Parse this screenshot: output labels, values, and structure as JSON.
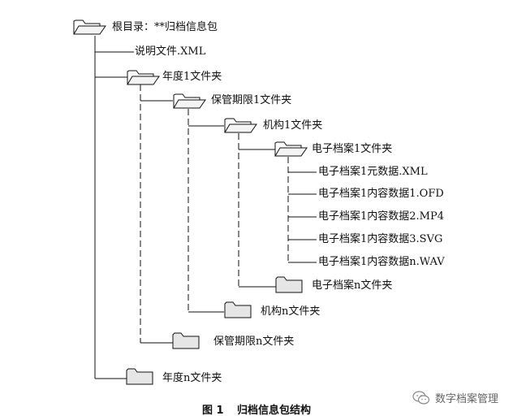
{
  "tree": {
    "root": {
      "label": "根目录：**归档信息包",
      "icon": "open-folder-icon"
    },
    "readme": {
      "label": "说明文件.XML"
    },
    "year1": {
      "label": "年度1文件夹",
      "icon": "open-folder-icon"
    },
    "retention1": {
      "label": "保管期限1文件夹",
      "icon": "open-folder-icon"
    },
    "org1": {
      "label": "机构1文件夹",
      "icon": "open-folder-icon"
    },
    "record1": {
      "label": "电子档案1文件夹",
      "icon": "open-folder-icon"
    },
    "files": [
      {
        "label": "电子档案1元数据.XML"
      },
      {
        "label": "电子档案1内容数据1.OFD"
      },
      {
        "label": "电子档案1内容数据2.MP4"
      },
      {
        "label": "电子档案1内容数据3.SVG"
      },
      {
        "label": "电子档案1内容数据n.WAV"
      }
    ],
    "recordN": {
      "label": "电子档案n文件夹",
      "icon": "closed-folder-icon"
    },
    "orgN": {
      "label": "机构n文件夹",
      "icon": "closed-folder-icon"
    },
    "retentionN": {
      "label": "保管期限n文件夹",
      "icon": "closed-folder-icon"
    },
    "yearN": {
      "label": "年度n文件夹",
      "icon": "closed-folder-icon"
    }
  },
  "caption": {
    "number": "图 1",
    "title": "归档信息包结构"
  },
  "watermark": {
    "text": "数字档案管理",
    "icon": "wechat-icon"
  }
}
